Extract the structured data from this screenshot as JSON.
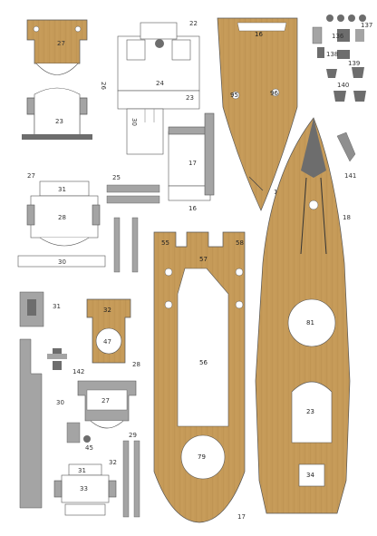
{
  "colors": {
    "wood": "#c59a58",
    "wood_dark": "#a87a3e",
    "gray": "#a4a4a4",
    "gray_dark": "#6d6d6d",
    "line": "#555555",
    "paper": "#ffffff"
  },
  "labels": {
    "p27a": "27",
    "p26": "26",
    "p23a": "23",
    "p22": "22",
    "p24": "24",
    "p30a": "30",
    "p23b": "23",
    "p16a": "16",
    "p95": "95",
    "p96": "96",
    "p15": "15",
    "p136": "136",
    "p137": "137",
    "p138": "138",
    "p139": "139",
    "p140": "140",
    "p141": "141",
    "p17a": "17",
    "p16b": "16",
    "p25": "25",
    "p27b": "27",
    "p31a": "31",
    "p28a": "28",
    "p30b": "30",
    "p18": "18",
    "p55": "55",
    "p57": "57",
    "p58": "58",
    "p56": "56",
    "p79": "79",
    "p17b": "17",
    "p81": "81",
    "p23c": "23",
    "p34": "34",
    "p32a": "32",
    "p47": "47",
    "p142": "142",
    "p28b": "28",
    "p27c": "27",
    "p30c": "30",
    "p45": "45",
    "p29": "29",
    "p31b": "31",
    "p33": "33",
    "p32b": "32",
    "p31c": "31"
  }
}
